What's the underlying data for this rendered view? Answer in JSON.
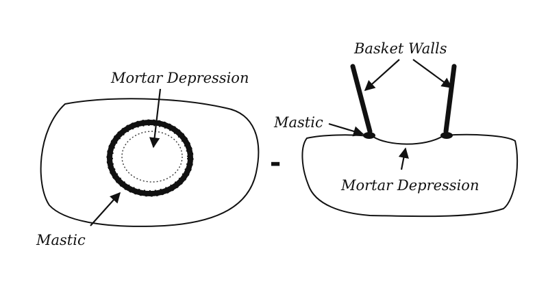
{
  "labels": {
    "top_view_depression": "Mortar Depression",
    "top_view_mastic": "Mastic",
    "section_basket_walls": "Basket Walls",
    "section_mastic": "Mastic",
    "section_depression": "Mortar Depression"
  },
  "separator": "-",
  "colors": {
    "ink": "#111111",
    "paper": "#ffffff"
  }
}
